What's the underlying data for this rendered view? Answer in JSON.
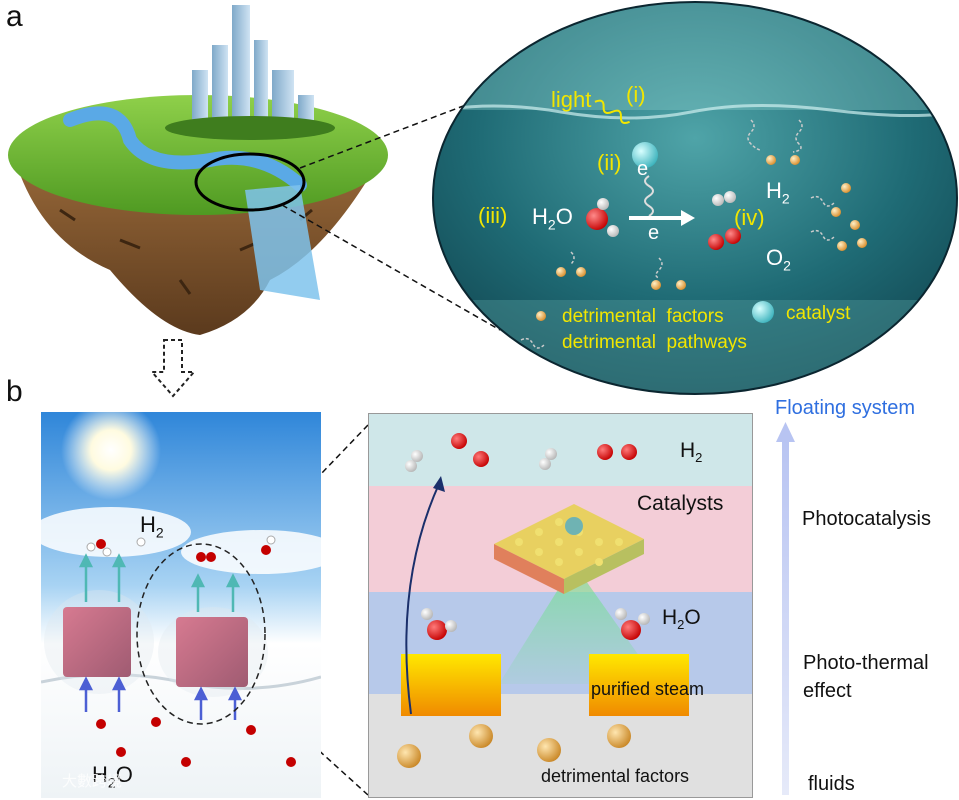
{
  "panel_a": {
    "letter": "a",
    "labels": {
      "light": "light",
      "step_i": "(i)",
      "step_ii": "(ii)",
      "step_iii": "(iii)",
      "step_iv": "(iv)",
      "electron_top": "e",
      "electron_bottom": "e",
      "h2o": "H2O",
      "h2": "H2",
      "o2": "O2"
    },
    "legend": {
      "detrimental_factors": "detrimental  factors",
      "detrimental_pathways": "detrimental  pathways",
      "catalyst": "catalyst"
    }
  },
  "panel_b": {
    "letter": "b",
    "photo_labels": {
      "h2": "H2",
      "h2o": "H2O"
    },
    "layers": {
      "h2": "H2",
      "catalysts": "Catalysts",
      "h2o": "H2O",
      "purified_steam": "purified steam",
      "detrimental_factors": "detrimental factors"
    },
    "axis": {
      "title": "Floating system",
      "photocatalysis": "Photocatalysis",
      "photothermal_line1": "Photo-thermal",
      "photothermal_line2": "effect",
      "fluids": "fluids"
    },
    "watermark": "大數跨境"
  },
  "colors": {
    "label_yellow": "#f2e600",
    "axis_blue": "#2f6fe0",
    "layer_h2": "#cfe7e9",
    "layer_catalysts": "#f3cdd7",
    "layer_h2o": "#b7c9ea",
    "layer_fluids": "#e0e0e0"
  }
}
